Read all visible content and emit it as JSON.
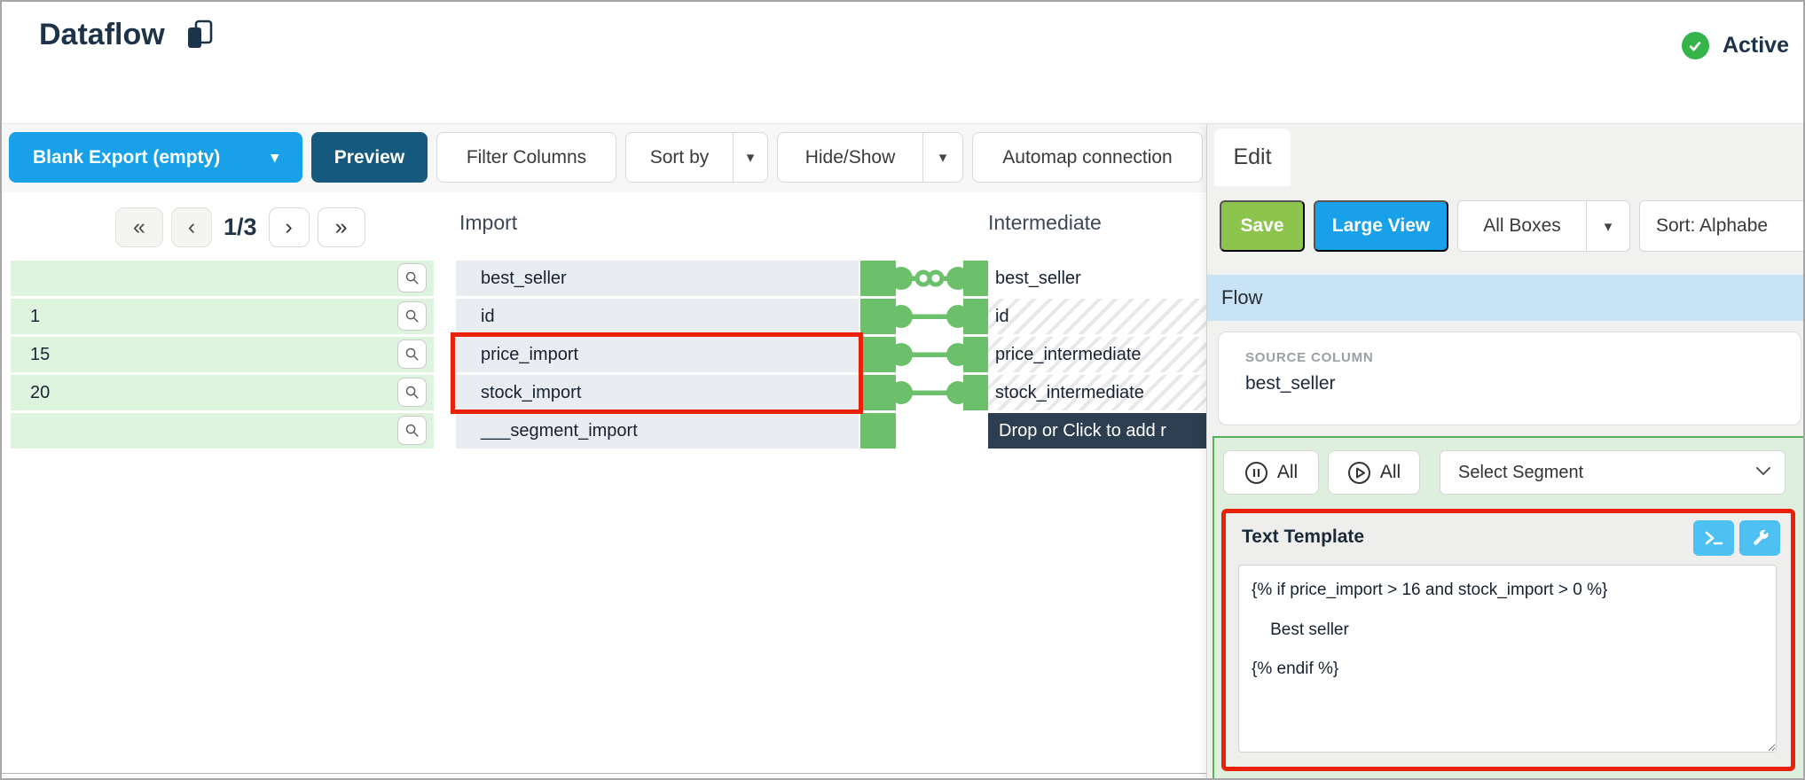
{
  "header": {
    "title": "Dataflow",
    "status": {
      "label": "Active"
    }
  },
  "toolbar": {
    "export_select": "Blank Export (empty)",
    "preview": "Preview",
    "filter_columns": "Filter Columns",
    "sort_by": "Sort by",
    "hide_show": "Hide/Show",
    "automap": "Automap connection"
  },
  "pagination": {
    "page_indicator": "1/3"
  },
  "icons": {
    "caret_down": "▾",
    "first": "«",
    "prev": "‹",
    "next": "›",
    "last": "»"
  },
  "source_values": {
    "rows": [
      "",
      "1",
      "15",
      "20",
      ""
    ]
  },
  "flow": {
    "import_header": "Import",
    "intermediate_header": "Intermediate",
    "rows": [
      {
        "import": "best_seller",
        "intermediate": "best_seller",
        "connected": true,
        "chained": true,
        "selected": true
      },
      {
        "import": "id",
        "intermediate": "id",
        "connected": true
      },
      {
        "import": "price_import",
        "intermediate": "price_intermediate",
        "connected": true,
        "highlighted": true
      },
      {
        "import": "stock_import",
        "intermediate": "stock_intermediate",
        "connected": true,
        "highlighted": true
      },
      {
        "import": "___segment_import",
        "connected": false
      }
    ],
    "drop_target": "Drop or Click to add r"
  },
  "panel": {
    "tab": "Edit",
    "actions": {
      "save": "Save",
      "large_view": "Large View",
      "all_boxes": "All Boxes",
      "sort": "Sort: Alphabe"
    },
    "flow_section_title": "Flow",
    "source_column": {
      "label": "SOURCE COLUMN",
      "value": "best_seller"
    },
    "segment_controls": {
      "pause_all": "All",
      "play_all": "All",
      "select_segment": "Select Segment"
    },
    "text_template": {
      "title": "Text Template",
      "value": "{% if price_import > 16 and stock_import > 0 %}\n    Best seller\n{% endif %}"
    }
  },
  "colors": {
    "accent_blue": "#18a0e9",
    "dark_navy": "#1d3349",
    "preview_navy": "#16597f",
    "save_green": "#8cc44d",
    "status_green": "#35b44a",
    "connector_green": "#6cc06b",
    "section_green_bg": "#def0dd",
    "section_green_border": "#57b25a",
    "alert_red": "#ea2109",
    "flow_band_blue": "#c8e3f6",
    "row_green_bg": "#def4df",
    "import_row_bg": "#e9edf1",
    "drop_navy": "#2d3e50",
    "icon_btn_blue": "#4ec0f1"
  }
}
